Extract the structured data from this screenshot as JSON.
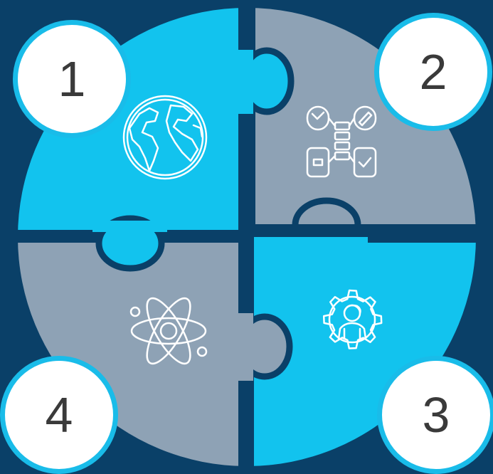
{
  "colors": {
    "background": "#0A4068",
    "cyan": "#12C3EE",
    "gray": "#8EA2B5",
    "ring": "#19BCE9",
    "icon_stroke": "#ffffff"
  },
  "pieces": [
    {
      "number": "1",
      "fill": "cyan",
      "icon": "globe-icon"
    },
    {
      "number": "2",
      "fill": "gray",
      "icon": "planning-flowchart-icon"
    },
    {
      "number": "3",
      "fill": "cyan",
      "icon": "person-gear-icon"
    },
    {
      "number": "4",
      "fill": "gray",
      "icon": "atom-icon"
    }
  ]
}
